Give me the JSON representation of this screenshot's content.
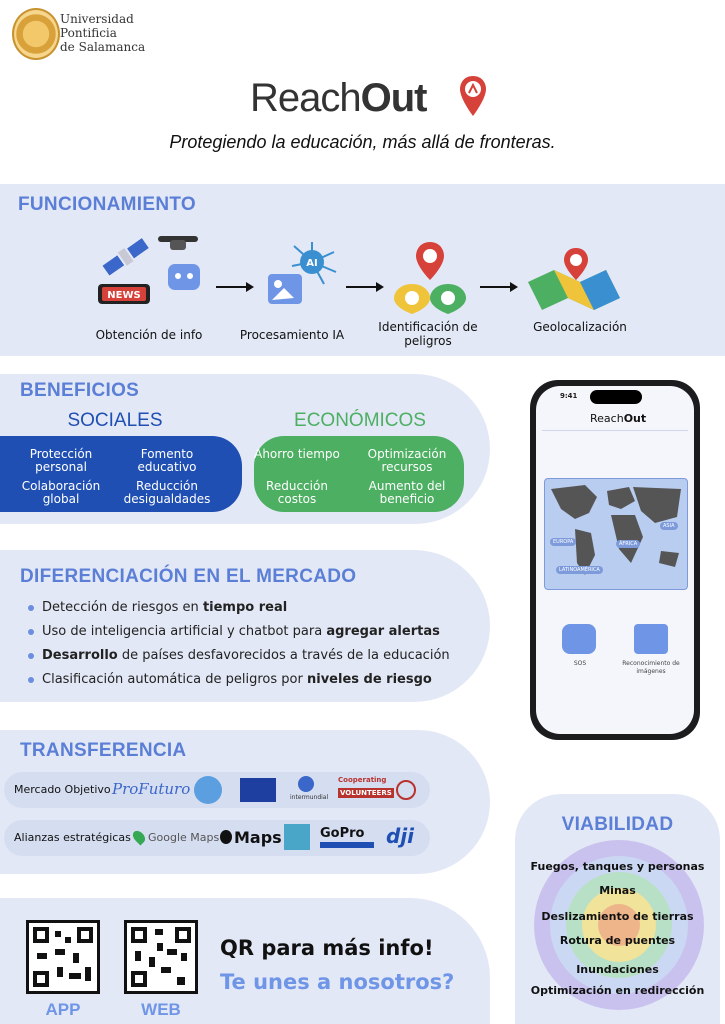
{
  "header": {
    "university_lines": [
      "Universidad",
      "Pontificia",
      "de Salamanca"
    ],
    "brand_light": "Reach",
    "brand_bold": "Out",
    "tagline": "Protegiendo la educación, más allá de fronteras."
  },
  "funcionamiento": {
    "title": "FUNCIONAMIENTO",
    "news_label": "NEWS",
    "ai_label": "AI",
    "steps": [
      {
        "label": "Obtención de info",
        "icon": "satellite-drone-news-icon"
      },
      {
        "label": "Procesamiento IA",
        "icon": "ai-network-icon"
      },
      {
        "label": "Identificación de peligros",
        "icon": "danger-pins-icon"
      },
      {
        "label": "Geolocalización",
        "icon": "map-pin-icon"
      }
    ]
  },
  "beneficios": {
    "title": "BENEFICIOS",
    "sociales": {
      "heading": "SOCIALES",
      "color": "#1f4fb3",
      "items": [
        "Protección personal",
        "Fomento educativo",
        "Colaboración global",
        "Reducción desigualdades"
      ]
    },
    "economicos": {
      "heading": "ECONÓMICOS",
      "color": "#4caf62",
      "items": [
        "Ahorro tiempo",
        "Optimización recursos",
        "Reducción costos",
        "Aumento del beneficio"
      ]
    }
  },
  "diferenciacion": {
    "title": "DIFERENCIACIÓN EN EL MERCADO",
    "bullets": [
      {
        "pre": "Detección de riesgos en ",
        "bold": "tiempo real",
        "post": ""
      },
      {
        "pre": "Uso de inteligencia artificial y chatbot para ",
        "bold": "agregar alertas",
        "post": ""
      },
      {
        "pre": "",
        "bold": "Desarrollo",
        "post": " de países desfavorecidos a través de la educación"
      },
      {
        "pre": "Clasificación automática de peligros por ",
        "bold": "niveles de riesgo",
        "post": ""
      }
    ]
  },
  "transferencia": {
    "title": "TRANSFERENCIA",
    "mercado": {
      "label": "Mercado Objetivo",
      "logos": [
        "ProFuturo",
        "intermundial",
        "Cooperating",
        "VOLUNTEERS"
      ]
    },
    "alianzas": {
      "label": "Alianzas estratégicas",
      "logos": [
        "Google Maps",
        "Maps",
        "GoPro",
        "dji"
      ]
    }
  },
  "phone": {
    "time": "9:41",
    "app_title_light": "Reach",
    "app_title_bold": "Out",
    "map_tags": [
      "ASIA",
      "ÁFRICA",
      "EUROPA",
      "LATINOAMÉRICA"
    ],
    "buttons": [
      {
        "label": "SOS",
        "icon": "robot-icon"
      },
      {
        "label": "Reconocimiento de imágenes",
        "icon": "image-icon"
      }
    ]
  },
  "viabilidad": {
    "title": "VIABILIDAD",
    "items": [
      "Fuegos, tanques y personas",
      "Minas",
      "Deslizamiento de tierras",
      "Rotura de puentes",
      "Inundaciones",
      "Optimización en redirección"
    ]
  },
  "qr": {
    "app_label": "APP",
    "web_label": "WEB",
    "title": "QR para más info!",
    "subtitle": "Te unes a nosotros?"
  },
  "colors": {
    "accent": "#5b7fd6",
    "band": "#e3e8f6",
    "pin_red": "#d6413a"
  }
}
